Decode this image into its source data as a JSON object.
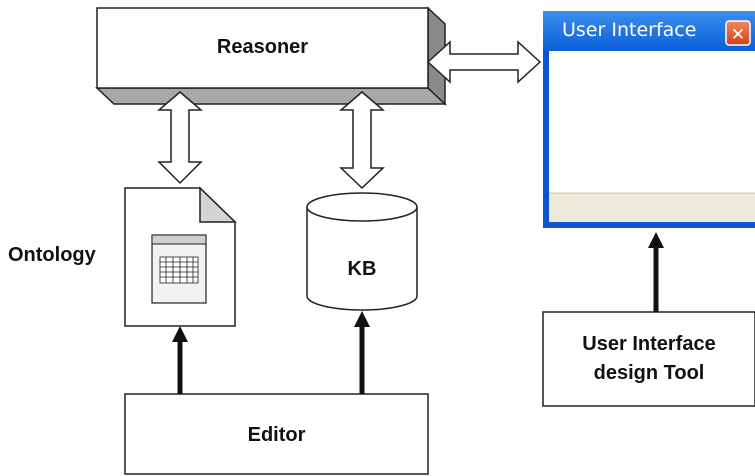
{
  "reasoner": {
    "label": "Reasoner"
  },
  "ontology": {
    "label": "Ontology"
  },
  "kb": {
    "label": "KB"
  },
  "editor": {
    "label": "Editor"
  },
  "ui_window": {
    "title": "User Interface",
    "close_glyph": "✕"
  },
  "ui_tool": {
    "label_line1": "User Interface",
    "label_line2": "design Tool"
  },
  "colors": {
    "titlebar_top": "#3d8ef0",
    "titlebar_bottom": "#0a5fd8",
    "window_border": "#0b54d6",
    "close_button": "#e0542a",
    "status_bar": "#ece9d8",
    "shadow_gray": "#a8a8a8",
    "page_gray": "#d4d4d4"
  }
}
